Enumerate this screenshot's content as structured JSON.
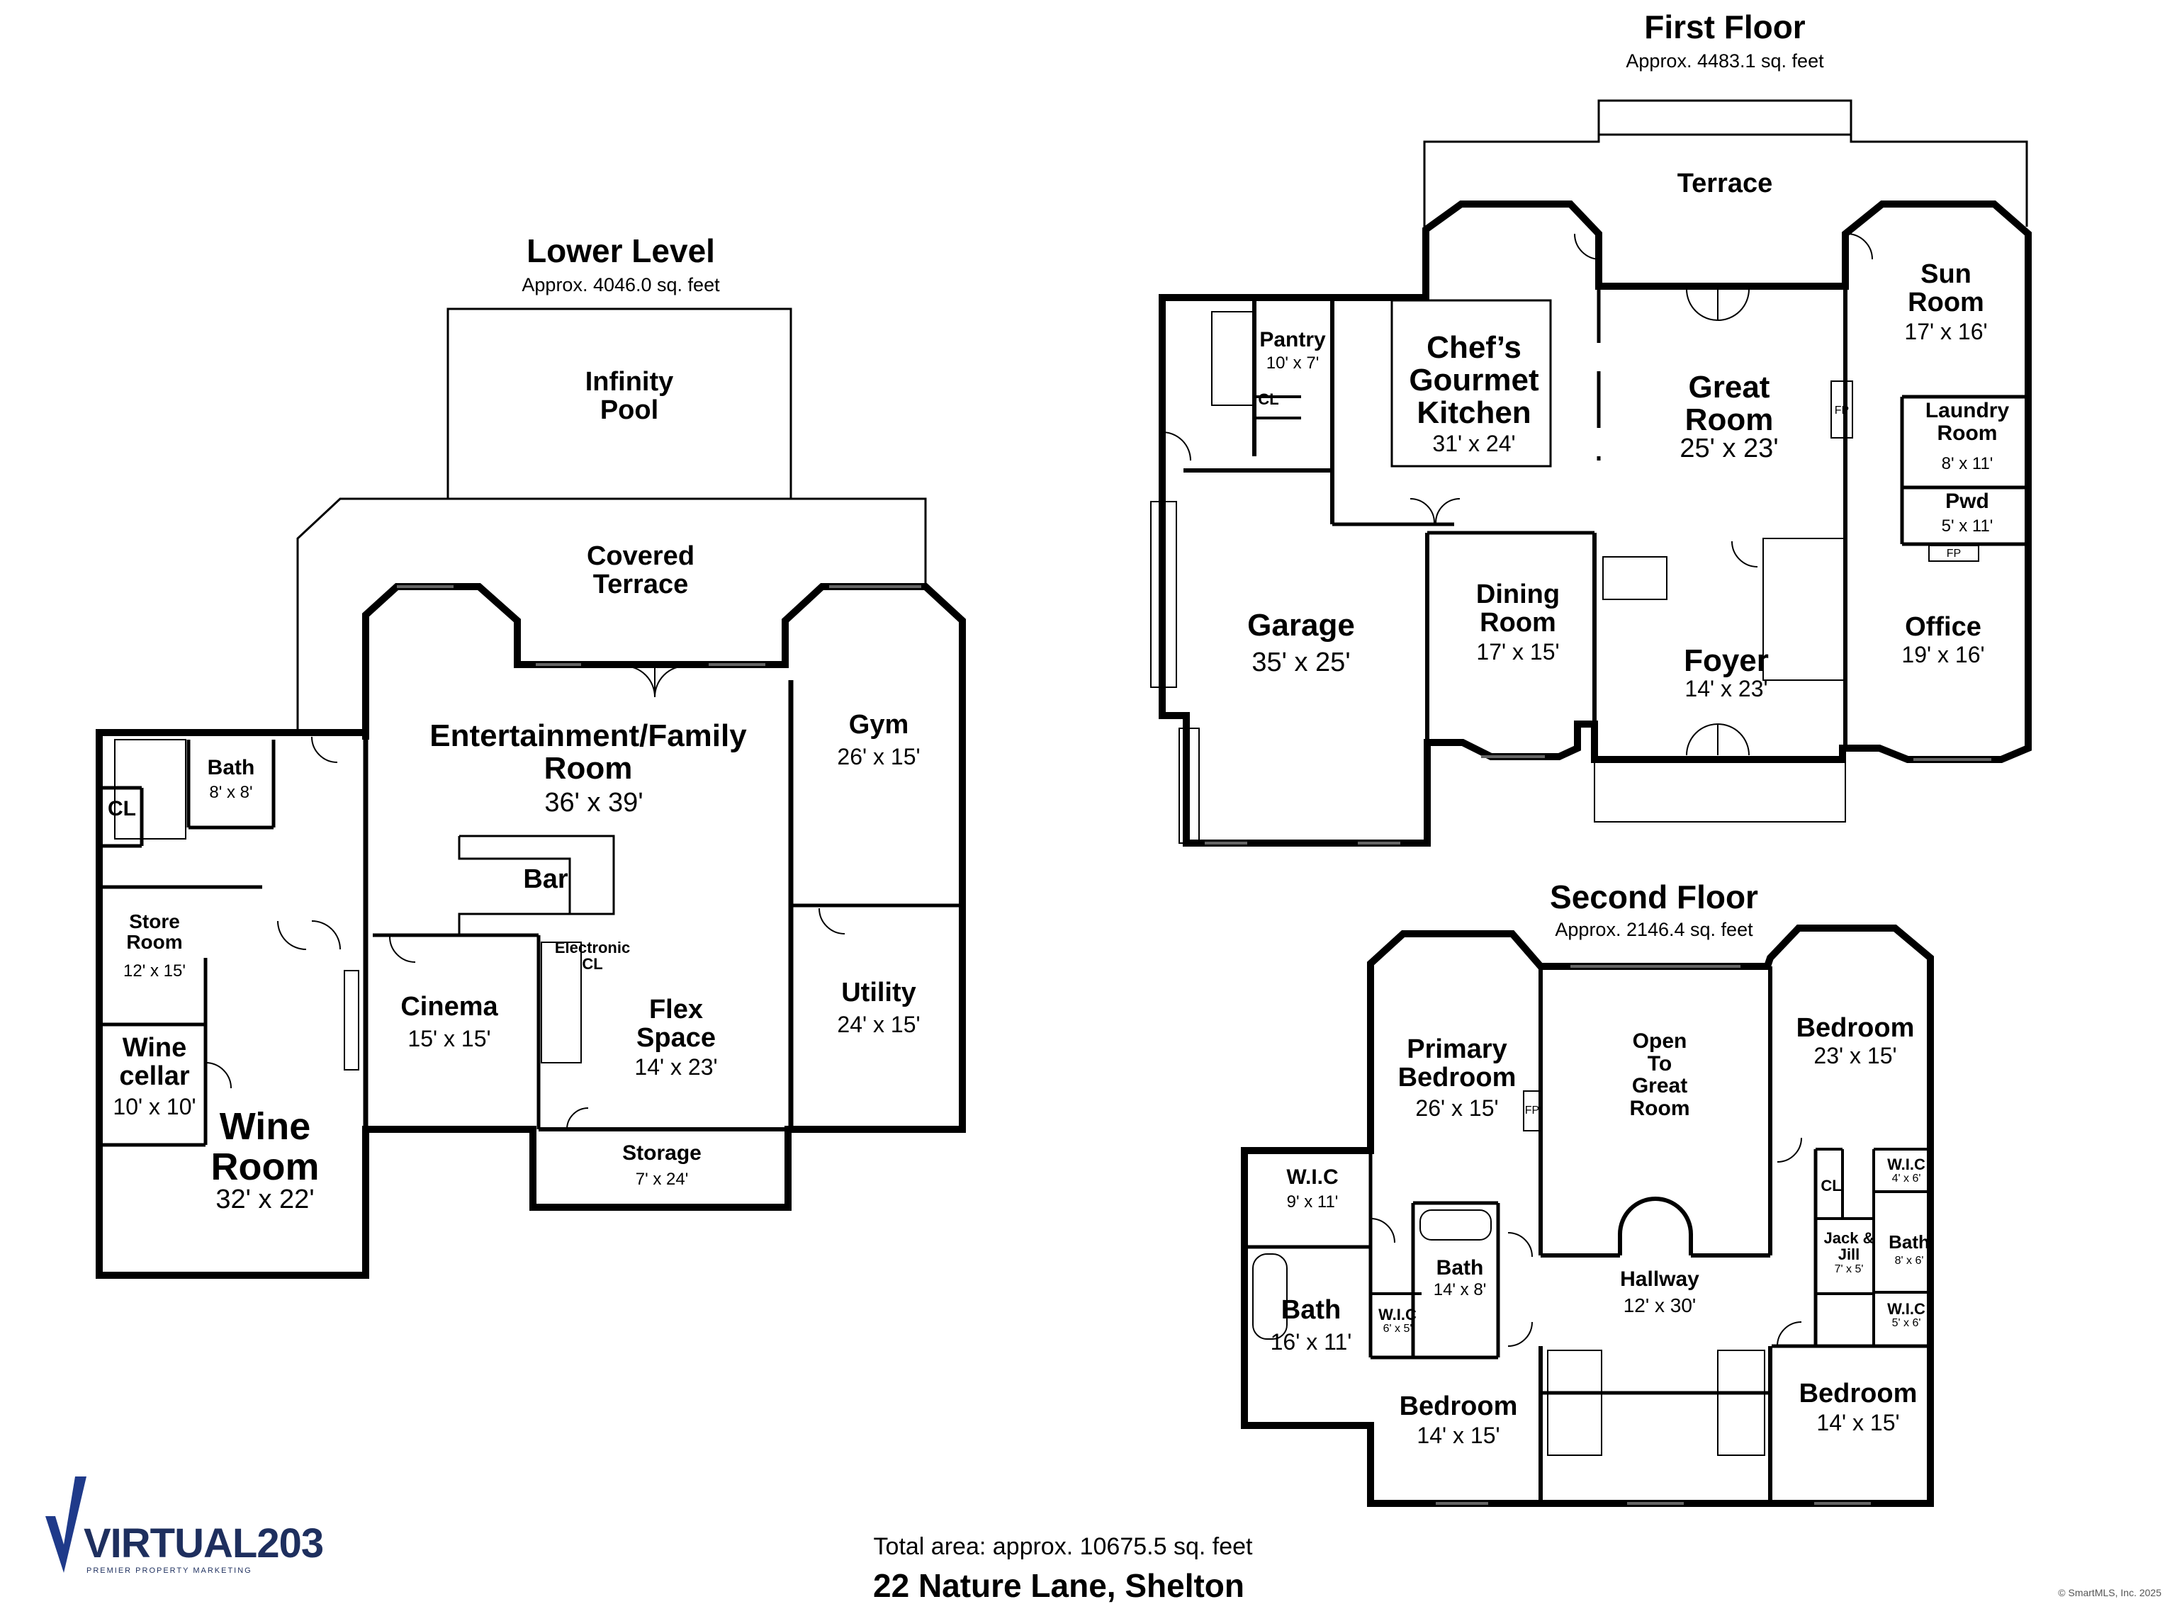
{
  "floors": {
    "lower": {
      "title": "Lower Level",
      "area": "Approx. 4046.0 sq. feet"
    },
    "first": {
      "title": "First Floor",
      "area": "Approx. 4483.1 sq. feet"
    },
    "second": {
      "title": "Second Floor",
      "area": "Approx. 2146.4 sq. feet"
    }
  },
  "rooms": {
    "lower": {
      "infinity_pool": "Infinity\nPool",
      "covered_terrace": "Covered\nTerrace",
      "entertainment": "Entertainment/Family\nRoom",
      "entertainment_dim": "36' x 39'",
      "bar": "Bar",
      "gym": "Gym",
      "gym_dim": "26' x 15'",
      "bath": "Bath",
      "bath_dim": "8' x 8'",
      "cl": "CL",
      "store_room": "Store\nRoom",
      "store_room_dim": "12' x 15'",
      "wine_cellar": "Wine\ncellar",
      "wine_cellar_dim": "10' x 10'",
      "wine_room": "Wine\nRoom",
      "wine_room_dim": "32' x 22'",
      "cinema": "Cinema",
      "cinema_dim": "15' x 15'",
      "electronic_cl": "Electronic\nCL",
      "flex": "Flex\nSpace",
      "flex_dim": "14' x 23'",
      "utility": "Utility",
      "utility_dim": "24' x 15'",
      "storage": "Storage",
      "storage_dim": "7' x 24'"
    },
    "first": {
      "terrace": "Terrace",
      "pantry": "Pantry",
      "pantry_dim": "10' x 7'",
      "cl": "CL",
      "kitchen": "Chef’s\nGourmet\nKitchen",
      "kitchen_dim": "31' x 24'",
      "great_room": "Great\nRoom",
      "great_room_dim": "25' x 23'",
      "sun_room": "Sun\nRoom",
      "sun_room_dim": "17' x 16'",
      "laundry": "Laundry\nRoom",
      "laundry_dim": "8' x 11'",
      "pwd": "Pwd",
      "pwd_dim": "5' x 11'",
      "garage": "Garage",
      "garage_dim": "35' x 25'",
      "dining": "Dining\nRoom",
      "dining_dim": "17' x 15'",
      "foyer": "Foyer",
      "foyer_dim": "14' x 23'",
      "office": "Office",
      "office_dim": "19' x 16'",
      "fp": "FP"
    },
    "second": {
      "primary": "Primary\nBedroom",
      "primary_dim": "26' x 15'",
      "open": "Open\nTo\nGreat\nRoom",
      "bedroom_ne": "Bedroom",
      "bedroom_ne_dim": "23' x 15'",
      "wic_big": "W.I.C",
      "wic_big_dim": "9' x 11'",
      "bath_primary": "Bath",
      "bath_primary_dim": "16' x 11'",
      "bath_mid": "Bath",
      "bath_mid_dim": "14' x 8'",
      "wic_small": "W.I.C",
      "wic_small_dim": "6' x 5'",
      "hallway": "Hallway",
      "hallway_dim": "12' x 30'",
      "bedroom_sw": "Bedroom",
      "bedroom_sw_dim": "14' x 15'",
      "bedroom_se": "Bedroom",
      "bedroom_se_dim": "14' x 15'",
      "cl": "CL",
      "jack_jill": "Jack &\nJill",
      "jack_jill_dim": "7' x 5'",
      "bath_e": "Bath",
      "bath_e_dim": "8' x 6'",
      "wic_e1": "W.I.C",
      "wic_e1_dim": "4' x 6'",
      "wic_e2": "W.I.C",
      "wic_e2_dim": "5' x 6'",
      "fp": "FP"
    }
  },
  "footer": {
    "total": "Total area: approx. 10675.5 sq. feet",
    "address": "22 Nature Lane, Shelton",
    "copyright": "© SmartMLS, Inc. 2025"
  },
  "logo": {
    "name": "VIRTUAL203",
    "tagline": "PREMIER PROPERTY MARKETING"
  },
  "colors": {
    "wall": "#000000",
    "logo_blue": "#1f3a8a",
    "logo_text": "#1e2f5e"
  }
}
